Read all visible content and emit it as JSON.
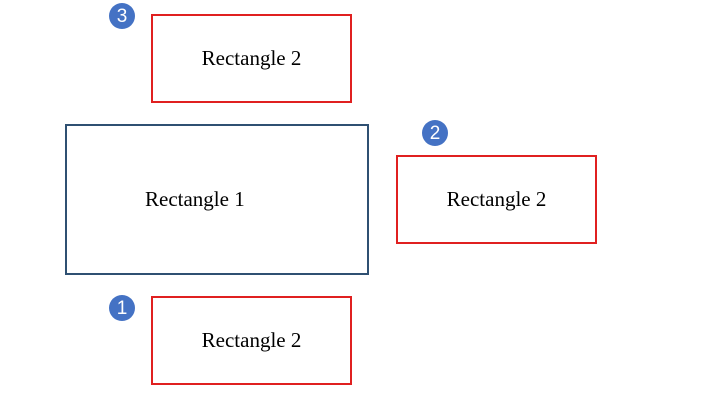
{
  "colors": {
    "rectangle_1_border": "#2f5072",
    "rectangle_2_border": "#e02020",
    "badge_fill": "#4472c4",
    "badge_text": "#ffffff"
  },
  "rectangle_1": {
    "label": "Rectangle 1"
  },
  "rectangle_2_top": {
    "label": "Rectangle 2",
    "badge": "3"
  },
  "rectangle_2_right": {
    "label": "Rectangle 2",
    "badge": "2"
  },
  "rectangle_2_bottom": {
    "label": "Rectangle 2",
    "badge": "1"
  }
}
